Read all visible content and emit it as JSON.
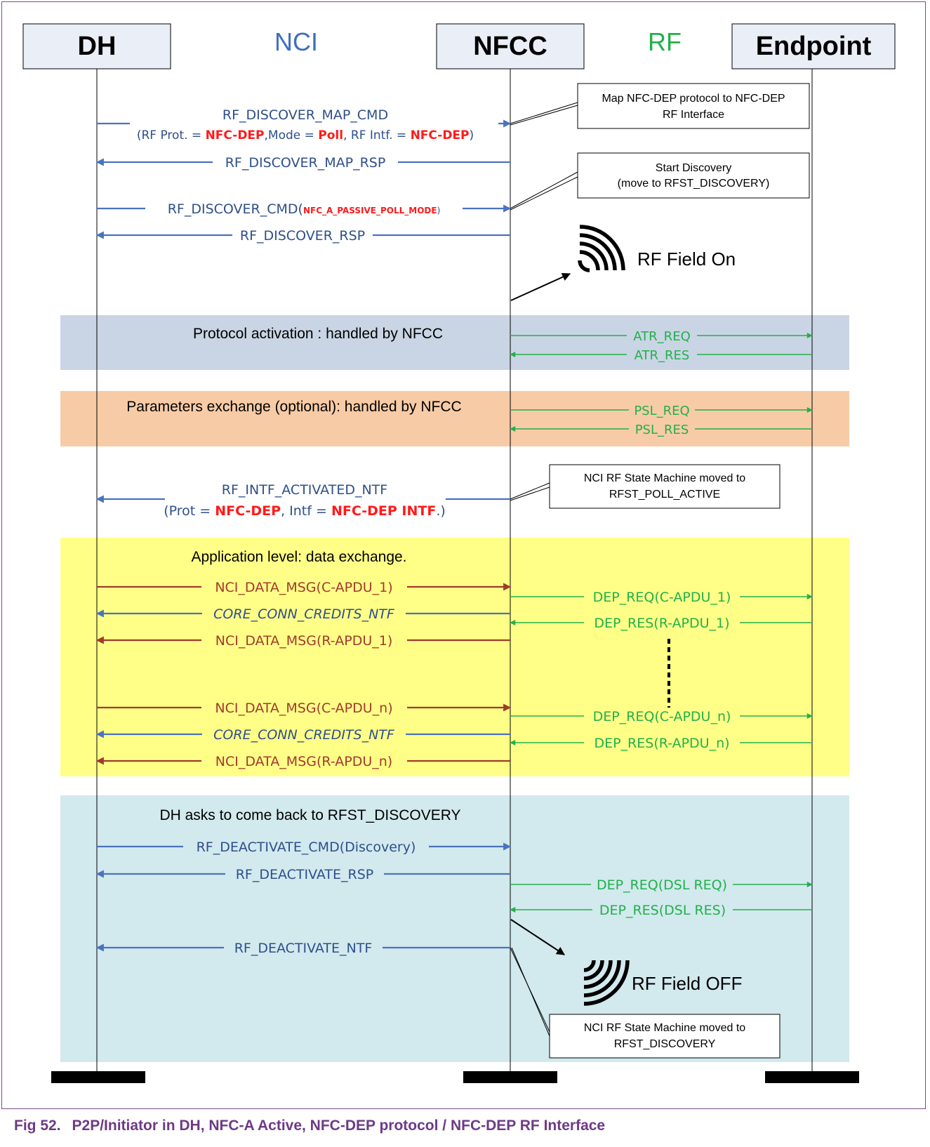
{
  "participants": {
    "dh": "DH",
    "nfcc": "NFCC",
    "endpoint": "Endpoint"
  },
  "interfaces": {
    "nci": "NCI",
    "rf": "RF"
  },
  "messages": {
    "map_cmd": "RF_DISCOVER_MAP_CMD",
    "map_cmd_params": {
      "p1": "(RF Prot. = ",
      "v1": "NFC-DEP",
      "p2": ",Mode = ",
      "v2": "Poll",
      "p3": ", RF Intf. = ",
      "v3": "NFC-DEP",
      "p4": ")"
    },
    "map_rsp": "RF_DISCOVER_MAP_RSP",
    "disc_cmd": "RF_DISCOVER_CMD(",
    "disc_cmd_param": "NFC_A_PASSIVE_POLL_MODE",
    "disc_cmd_close": ")",
    "disc_rsp": "RF_DISCOVER_RSP",
    "atr_req": "ATR_REQ",
    "atr_res": "ATR_RES",
    "psl_req": "PSL_REQ",
    "psl_res": "PSL_RES",
    "intf_ntf": "RF_INTF_ACTIVATED_NTF",
    "intf_ntf_params": {
      "p1": "(Prot = ",
      "v1": "NFC-DEP",
      "p2": ", Intf = ",
      "v2": "NFC-DEP INTF",
      "p3": ".)"
    },
    "data_c1": "NCI_DATA_MSG(C-APDU_1)",
    "credits1": "CORE_CONN_CREDITS_NTF",
    "data_r1": "NCI_DATA_MSG(R-APDU_1)",
    "dep_req1": "DEP_REQ(C-APDU_1)",
    "dep_res1": "DEP_RES(R-APDU_1)",
    "data_cn": "NCI_DATA_MSG(C-APDU_n)",
    "credits2": "CORE_CONN_CREDITS_NTF",
    "data_rn": "NCI_DATA_MSG(R-APDU_n)",
    "dep_reqn": "DEP_REQ(C-APDU_n)",
    "dep_resn": "DEP_RES(R-APDU_n)",
    "deact_cmd": "RF_DEACTIVATE_CMD(Discovery)",
    "deact_rsp": "RF_DEACTIVATE_RSP",
    "dsl_req": "DEP_REQ(DSL REQ)",
    "dsl_res": "DEP_RES(DSL RES)",
    "deact_ntf": "RF_DEACTIVATE_NTF"
  },
  "notes": {
    "map_l1": "Map NFC-DEP protocol to NFC-DEP",
    "map_l2": "RF Interface",
    "start_l1": "Start Discovery",
    "start_l2": "(move to RFST_DISCOVERY)",
    "poll_l1": "NCI RF State Machine moved to",
    "poll_l2": "RFST_POLL_ACTIVE",
    "disc_l1": "NCI RF State Machine moved to",
    "disc_l2": "RFST_DISCOVERY"
  },
  "field": {
    "on": "RF Field On",
    "off": "RF Field OFF"
  },
  "phases": {
    "protocol": "Protocol activation : handled by NFCC",
    "params": "Parameters exchange (optional): handled by NFCC",
    "app": "Application level: data exchange.",
    "back": "DH asks to come back to RFST_DISCOVERY"
  },
  "caption": {
    "number": "Fig 52.",
    "text": "P2P/Initiator in DH, NFC-A Active, NFC-DEP protocol / NFC-DEP RF Interface"
  },
  "colors": {
    "nci_blue": "#4a72c0",
    "nci_text": "#2e4f8a",
    "rf_green": "#22b04a",
    "data_red": "#a13a2c",
    "highlight_red": "#ff1a1a",
    "phase_protocol": "#c9d5e4",
    "phase_params": "#f7cba6",
    "phase_app": "#ffff88",
    "phase_back": "#d2e9ee",
    "caption": "#6d3a86"
  }
}
